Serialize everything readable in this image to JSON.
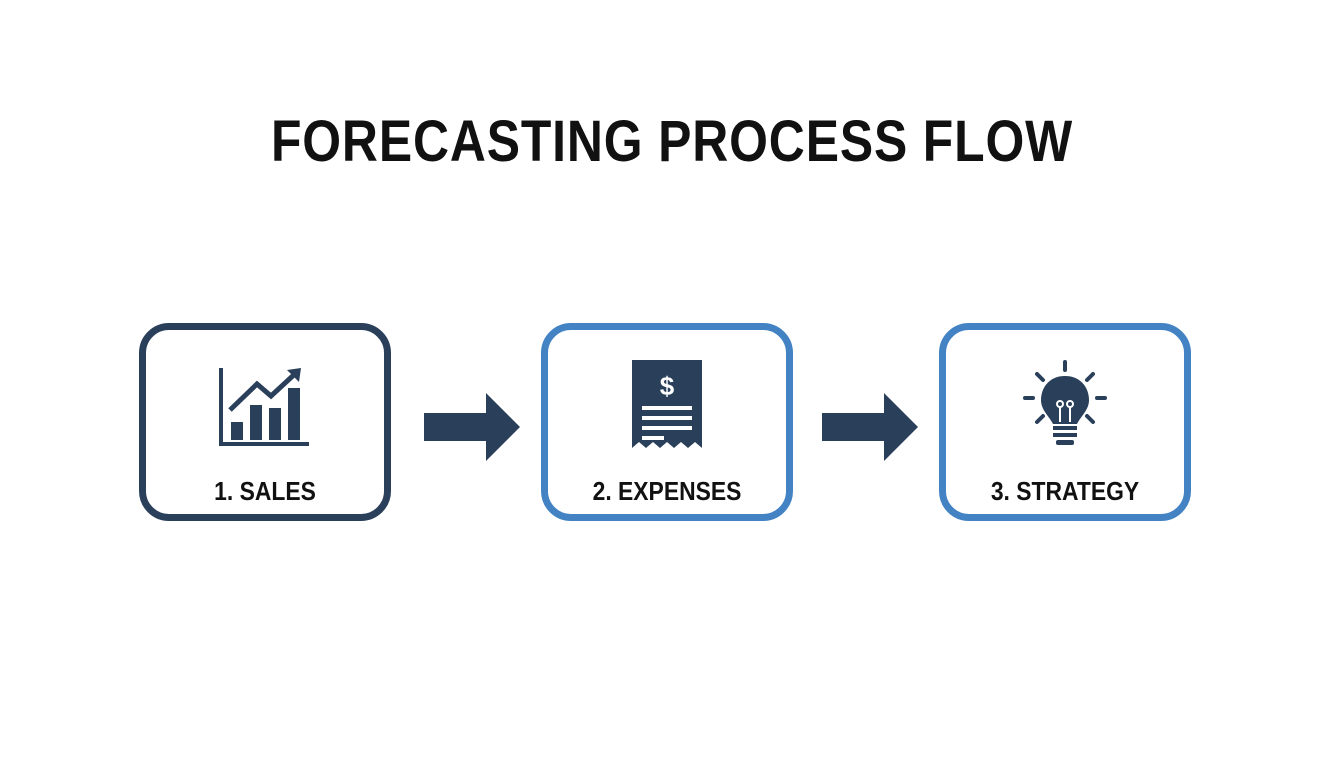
{
  "title": "FORECASTING PROCESS FLOW",
  "colors": {
    "dark": "#2a3f5a",
    "blue": "#4383c4"
  },
  "steps": [
    {
      "label": "1. SALES",
      "icon": "bar-chart-trend-icon",
      "border": "#2a3f5a"
    },
    {
      "label": "2. EXPENSES",
      "icon": "receipt-dollar-icon",
      "border": "#4383c4"
    },
    {
      "label": "3. STRATEGY",
      "icon": "lightbulb-icon",
      "border": "#4383c4"
    }
  ],
  "connectors": [
    "arrow-right",
    "arrow-right"
  ]
}
